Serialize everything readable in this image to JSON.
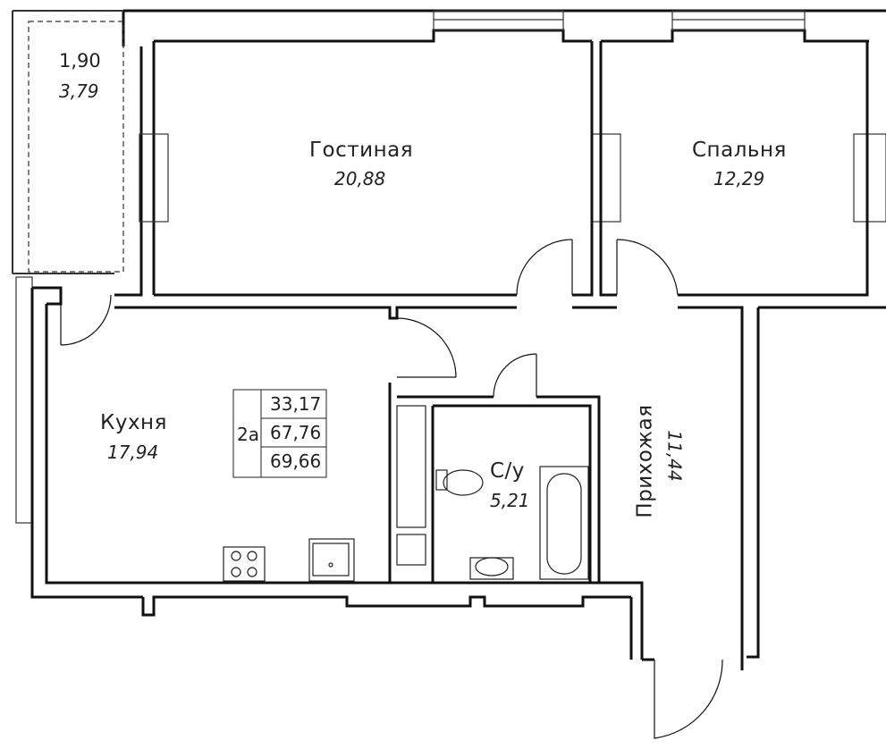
{
  "rooms": {
    "balcony": {
      "area": "1,90",
      "area2": "3,79"
    },
    "living": {
      "name": "Гостиная",
      "area": "20,88"
    },
    "bedroom": {
      "name": "Спальня",
      "area": "12,29"
    },
    "kitchen": {
      "name": "Кухня",
      "area": "17,94"
    },
    "bathroom": {
      "name": "С/у",
      "area": "5,21"
    },
    "hallway": {
      "name": "Прихожая",
      "area": "11,44"
    }
  },
  "summary": {
    "type": "2а",
    "living_area": "33,17",
    "total_area": "67,76",
    "total_with_balcony": "69,66"
  }
}
